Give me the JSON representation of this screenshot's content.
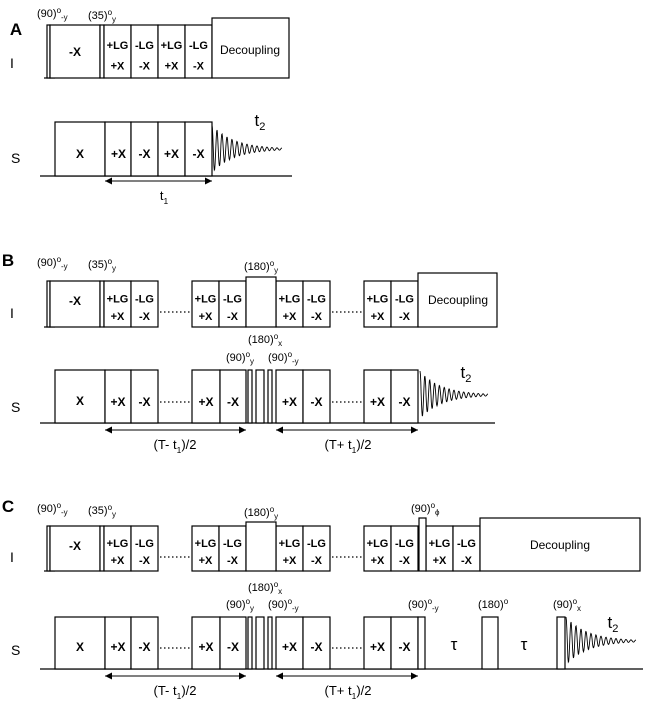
{
  "panels": [
    {
      "label": "A",
      "i_channel": "I",
      "s_channel": "S",
      "i_header": [
        {
          "base": "(90)",
          "sup": "o",
          "sub": "-y"
        },
        {
          "base": "(35)",
          "sup": "o",
          "sub": "y"
        }
      ],
      "i_blocks": [
        {
          "label": "-X"
        },
        {
          "top": "+LG",
          "bottom": "+X"
        },
        {
          "top": "-LG",
          "bottom": "-X"
        },
        {
          "top": "+LG",
          "bottom": "+X"
        },
        {
          "top": "-LG",
          "bottom": "-X"
        },
        {
          "label": "Decoupling"
        }
      ],
      "s_blocks": [
        "X",
        "+X",
        "-X",
        "+X",
        "-X"
      ],
      "fid_label": {
        "base": "t",
        "sub": "2"
      },
      "arrows": [
        {
          "base": "t",
          "sub": "1",
          "post": ""
        }
      ]
    },
    {
      "label": "B",
      "i_channel": "I",
      "s_channel": "S",
      "i_header": [
        {
          "base": "(90)",
          "sup": "o",
          "sub": "-y"
        },
        {
          "base": "(35)",
          "sup": "o",
          "sub": "y"
        },
        {
          "base": "(180)",
          "sup": "o",
          "sub": "y"
        }
      ],
      "i_blocks": [
        {
          "label": "-X"
        },
        {
          "top": "+LG",
          "bottom": "+X"
        },
        {
          "top": "-LG",
          "bottom": "-X"
        },
        {
          "top": "+LG",
          "bottom": "+X"
        },
        {
          "top": "-LG",
          "bottom": "-X"
        },
        {
          "top": "+LG",
          "bottom": "+X"
        },
        {
          "top": "-LG",
          "bottom": "-X"
        },
        {
          "top": "+LG",
          "bottom": "+X"
        },
        {
          "top": "-LG",
          "bottom": "-X"
        },
        {
          "label": "Decoupling"
        }
      ],
      "s_header": [
        {
          "base": "(180)",
          "sup": "o",
          "sub": "x"
        },
        {
          "base": "(90)",
          "sup": "o",
          "sub": "y"
        },
        {
          "base": "(90)",
          "sup": "o",
          "sub": "-y"
        }
      ],
      "s_blocks": [
        "X",
        "+X",
        "-X",
        "+X",
        "-X",
        "+X",
        "-X",
        "+X",
        "-X"
      ],
      "fid_label": {
        "base": "t",
        "sub": "2"
      },
      "arrows": [
        {
          "pre": "(T- t",
          "sub": "1",
          "post": ")/2"
        },
        {
          "pre": "(T+ t",
          "sub": "1",
          "post": ")/2"
        }
      ]
    },
    {
      "label": "C",
      "i_channel": "I",
      "s_channel": "S",
      "i_header": [
        {
          "base": "(90)",
          "sup": "o",
          "sub": "-y"
        },
        {
          "base": "(35)",
          "sup": "o",
          "sub": "y"
        },
        {
          "base": "(180)",
          "sup": "o",
          "sub": "y"
        },
        {
          "base": "(90)",
          "sup": "o",
          "sub": "ϕ"
        }
      ],
      "i_blocks": [
        {
          "label": "-X"
        },
        {
          "top": "+LG",
          "bottom": "+X"
        },
        {
          "top": "-LG",
          "bottom": "-X"
        },
        {
          "top": "+LG",
          "bottom": "+X"
        },
        {
          "top": "-LG",
          "bottom": "-X"
        },
        {
          "top": "+LG",
          "bottom": "+X"
        },
        {
          "top": "-LG",
          "bottom": "-X"
        },
        {
          "top": "+LG",
          "bottom": "+X"
        },
        {
          "top": "-LG",
          "bottom": "-X"
        },
        {
          "top": "+LG",
          "bottom": "+X"
        },
        {
          "top": "-LG",
          "bottom": "-X"
        },
        {
          "label": "Decoupling"
        }
      ],
      "s_header": [
        {
          "base": "(180)",
          "sup": "o",
          "sub": "x"
        },
        {
          "base": "(90)",
          "sup": "o",
          "sub": "y"
        },
        {
          "base": "(90)",
          "sup": "o",
          "sub": "-y"
        },
        {
          "base": "(90)",
          "sup": "o",
          "sub": "-y"
        },
        {
          "base": "(180)",
          "sup": "o",
          "sub": ""
        },
        {
          "base": "(90)",
          "sup": "o",
          "sub": "x"
        }
      ],
      "s_blocks": [
        "X",
        "+X",
        "-X",
        "+X",
        "-X",
        "+X",
        "-X",
        "+X",
        "-X"
      ],
      "tau": "τ",
      "fid_label": {
        "base": "t",
        "sub": "2"
      },
      "arrows": [
        {
          "pre": "(T- t",
          "sub": "1",
          "post": ")/2"
        },
        {
          "pre": "(T+ t",
          "sub": "1",
          "post": ")/2"
        }
      ]
    }
  ]
}
